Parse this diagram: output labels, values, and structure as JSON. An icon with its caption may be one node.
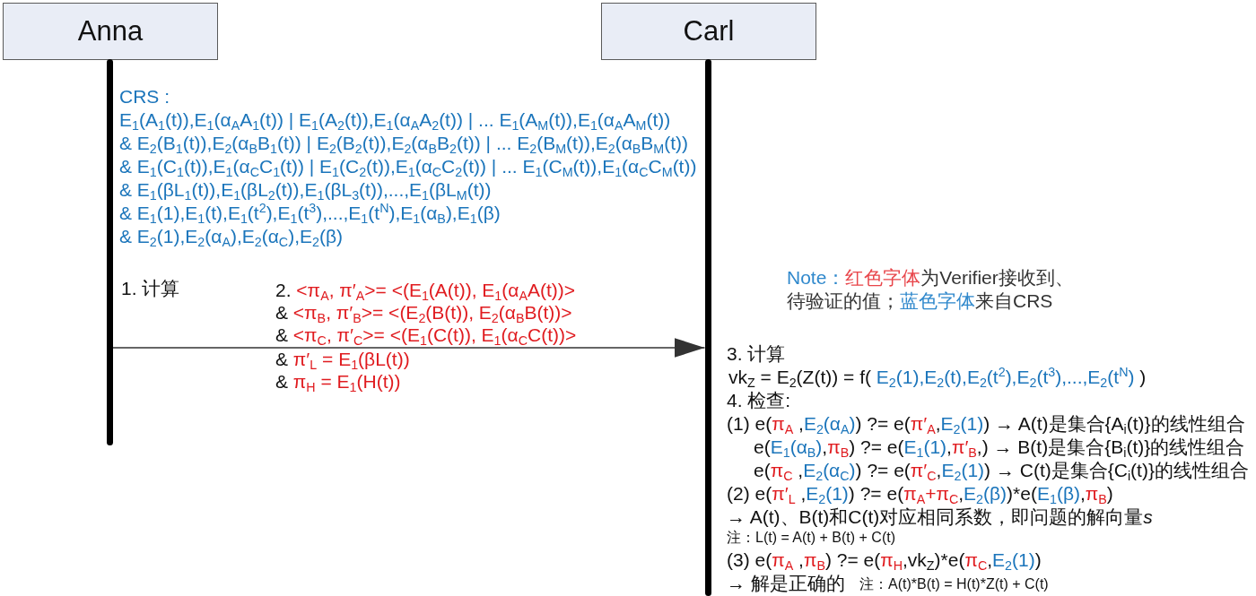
{
  "diagram": {
    "nodes": [
      {
        "text": [
          "Anna"
        ]
      },
      {
        "text": [
          "Carl"
        ]
      },
      {
        "text": [],
        "shape": "bar"
      },
      {
        "text": [],
        "shape": "bar"
      }
    ],
    "edges": [
      {
        "from": 2,
        "to": 3,
        "arrow": "to"
      }
    ],
    "labels": [
      "CRS :",
      "E$_{1}$(A$_{1}$(t)),E$_{1}$(α$_{A}$A$_{1}$(t)) | E$_{1}$(A$_{2}$(t)),E$_{1}$(α$_{A}$A$_{2}$(t)) | ... E$_{1}$(A$_{M}$(t)),E$_{1}$(α$_{A}$A$_{M}$(t))",
      "& E$_{2}$(B$_{1}$(t)),E$_{2}$(α$_{B}$B$_{1}$(t)) | E$_{2}$(B$_{2}$(t)),E$_{2}$(α$_{B}$B$_{2}$(t)) | ... E$_{2}$(B$_{M}$(t)),E$_{2}$(α$_{B}$B$_{M}$(t))",
      "& E$_{1}$(C$_{1}$(t)),E$_{1}$(α$_{C}$C$_{1}$(t)) | E$_{1}$(C$_{2}$(t)),E$_{1}$(α$_{C}$C$_{2}$(t)) | ... E$_{1}$(C$_{M}$(t)),E$_{1}$(α$_{C}$C$_{M}$(t))",
      "& E$_{1}$(βL$_{1}$(t)),E$_{1}$(βL$_{2}$(t)),E$_{1}$(βL$_{3}$(t)),...,E$_{1}$(βL$_{M}$(t))",
      "& E$_{1}$(1),E$_{1}$(t),E$_{1}$(t$^{2}$),E$_{1}$(t$^{3}$),...,E$_{1}$(t$^{N}$),E$_{1}$(α$_{B}$),E$_{1}$(β)",
      "& E$_{2}$(1),E$_{2}$(α$_{A}$),E$_{2}$(α$_{C}$),E$_{2}$(β)",
      "1. 计算",
      "2. <π$_{A}$, π′$_{A}$>= <(E$_{1}$(A(t)), E$_{1}$(α$_{A}$A(t))>",
      "& <π$_{B}$, π′$_{B}$>= <(E$_{2}$(B(t)), E$_{2}$(α$_{B}$B(t))>",
      "& <π$_{C}$, π′$_{C}$>= <(E$_{1}$(C(t)), E$_{1}$(α$_{C}$C(t))>",
      "& π′$_{L}$ = E$_{1}$(βL(t))",
      "& π$_{H}$ = E$_{1}$(H(t))",
      "Note：红色字体为Verifier接收到、待验证的值；蓝色字体来自CRS",
      "3. 计算",
      "vk$_{Z}$ = E$_{2}$(Z(t)) = f( E$_{2}$(1),E$_{2}$(t),E$_{2}$(t$^{2}$),E$_{2}$(t$^{3}$),...,E$_{2}$(t$^{N}$) )",
      "4. 检查:",
      "(1) e(π$_{A}$ ,E$_{2}$(α$_{A}$)) ?= e(π′$_{A}$,E$_{2}$(1)) → A(t)是集合{A$_{i}$(t)}的线性组合",
      "e(E$_{1}$(α$_{B}$),π$_{B}$) ?= e(E$_{1}$(1),π′$_{B}$,) → B(t)是集合{B$_{i}$(t)}的线性组合",
      "e(π$_{C}$ ,E$_{2}$(α$_{C}$)) ?= e(π′$_{C}$,E$_{2}$(1)) → C(t)是集合{C$_{i}$(t)}的线性组合",
      "(2) e(π′$_{L}$ ,E$_{2}$(1)) ?= e(π$_{A}$+π$_{C}$,E$_{2}$(β))*e(E$_{1}$(β),π$_{B}$)",
      "→ A(t)、B(t)和C(t)对应相同系数，即问题的解向量s",
      "注：L(t) = A(t) + B(t) + C(t)",
      "(3) e(π$_{A}$ ,π$_{B}$) ?= e(π$_{H}$,vk$_{Z}$)*e(π$_{C}$,E$_{2}$(1))",
      "→ 解是正确的",
      "注：A(t)*B(t) = H(t)*Z(t) + C(t)"
    ]
  }
}
